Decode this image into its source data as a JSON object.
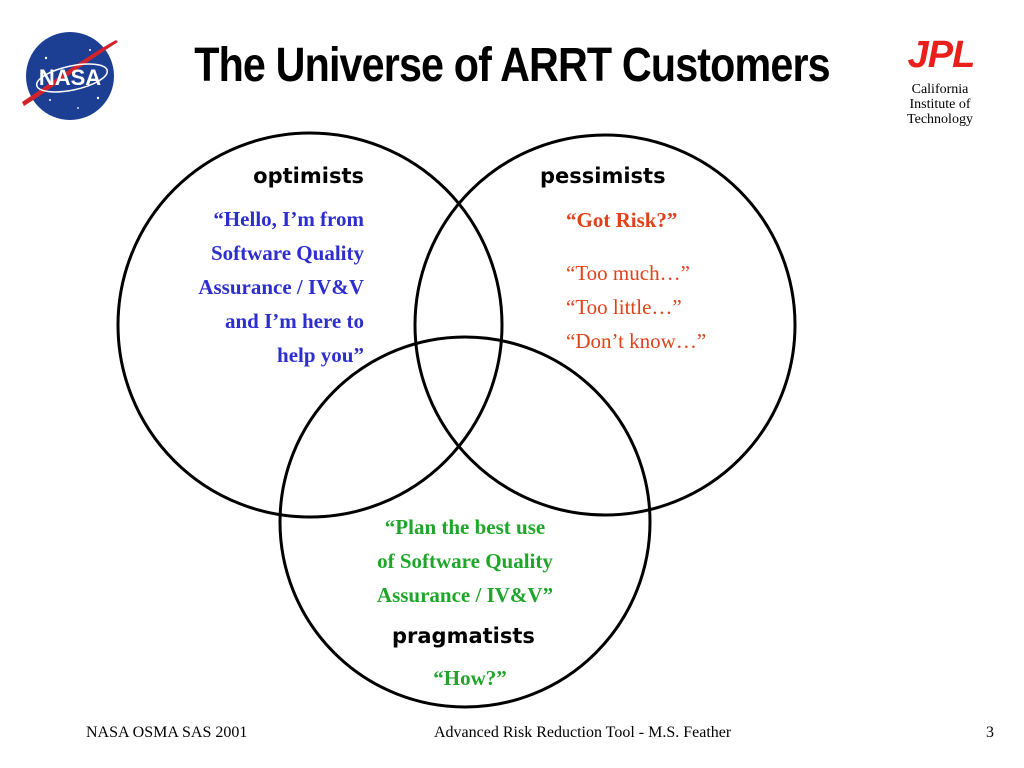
{
  "header": {
    "title": "The Universe of ARRT Customers",
    "nasa_logo_text": "NASA",
    "jpl_logo_text": "JPL",
    "caltech_lines": [
      "California",
      "Institute of",
      "Technology"
    ]
  },
  "venn": {
    "optimists": {
      "label": "optimists",
      "quote_lines": [
        "“Hello, I’m from",
        "Software Quality",
        "Assurance / IV&V",
        "and I’m here to",
        "help you”"
      ]
    },
    "pessimists": {
      "label": "pessimists",
      "headline": "“Got Risk?”",
      "lines": [
        "“Too much…”",
        "“Too little…”",
        "“Don’t know…”"
      ]
    },
    "pragmatists": {
      "label": "pragmatists",
      "quote_lines": [
        "“Plan the best use",
        "of Software Quality",
        "Assurance / IV&V”"
      ],
      "question": "“How?”"
    }
  },
  "footer": {
    "left": "NASA OSMA SAS 2001",
    "center": "Advanced Risk Reduction Tool - M.S. Feather",
    "page": "3"
  },
  "colors": {
    "optimists_text": "#2e2ecf",
    "pessimists_text": "#e0401a",
    "pragmatists_text": "#1fa62a",
    "nasa_blue": "#1c3f94",
    "nasa_red": "#d2232a",
    "jpl_red": "#e8201c"
  }
}
